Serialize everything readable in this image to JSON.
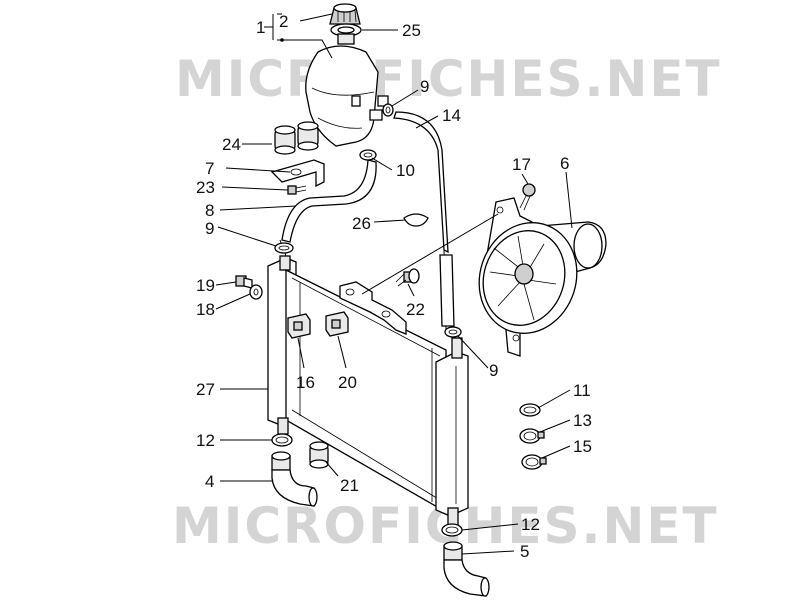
{
  "watermark": {
    "text": "MICROFICHES.NET"
  },
  "callouts": {
    "c1": "1",
    "c2": "2",
    "c25": "25",
    "c9a": "9",
    "c14": "14",
    "c24": "24",
    "c7": "7",
    "c23": "23",
    "c10": "10",
    "c17": "17",
    "c6": "6",
    "c8": "8",
    "c26": "26",
    "c9b": "9",
    "c19": "19",
    "c18": "18",
    "c22": "22",
    "c16": "16",
    "c20": "20",
    "c9c": "9",
    "c27": "27",
    "c11": "11",
    "c13": "13",
    "c12a": "12",
    "c15": "15",
    "c4": "4",
    "c21": "21",
    "c12b": "12",
    "c5": "5"
  }
}
